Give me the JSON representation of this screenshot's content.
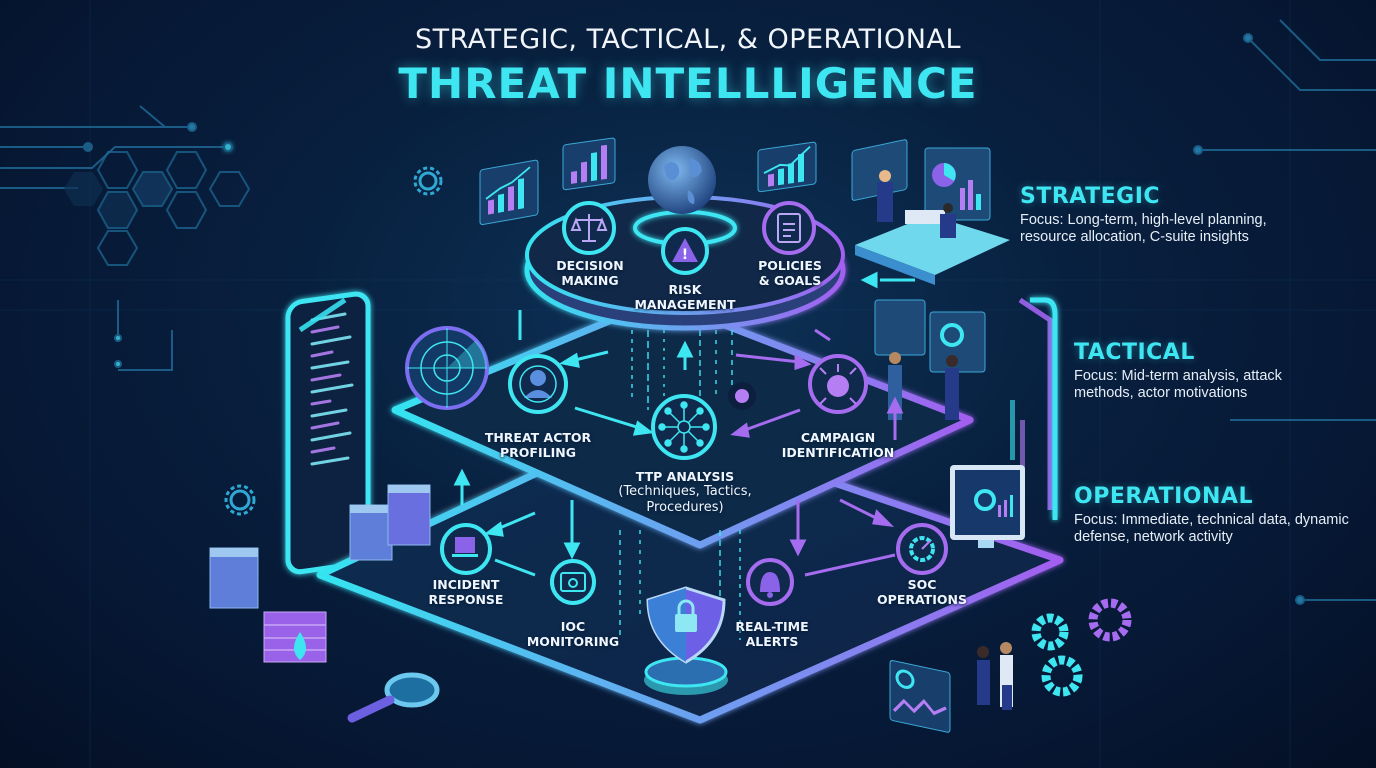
{
  "title": {
    "line1": "STRATEGIC, TACTICAL, & OPERATIONAL",
    "line2": "THREAT INTELLLIGENCE"
  },
  "colors": {
    "background": "#061733",
    "cyan_accent": "#3ee6f2",
    "purple_accent": "#a56cf0",
    "text": "#f0f6ff"
  },
  "tiers": {
    "strategic": {
      "heading": "STRATEGIC",
      "focus_line1": "Focus: Long-term, high-level planning,",
      "focus_line2": "resource allocation, C-suite insights",
      "nodes": [
        {
          "id": "decision-making",
          "line1": "DECISION",
          "line2": "MAKING",
          "icon": "scales-icon"
        },
        {
          "id": "risk-management",
          "line1": "RISK",
          "line2": "MANAGEMENT",
          "icon": "warning-icon"
        },
        {
          "id": "policies-goals",
          "line1": "POLICIES",
          "line2": "& GOALS",
          "icon": "clipboard-icon"
        }
      ],
      "centerpiece_icon": "globe-icon"
    },
    "tactical": {
      "heading": "TACTICAL",
      "focus_line1": "Focus: Mid-term analysis, attack",
      "focus_line2": "methods, actor motivations",
      "nodes": [
        {
          "id": "threat-actor-profiling",
          "line1": "THREAT ACTOR",
          "line2": "PROFILING",
          "icon": "hacker-target-icon"
        },
        {
          "id": "ttp-analysis",
          "line1": "TTP ANALYSIS",
          "line2": "(Techniques, Tactics,",
          "line3": "Procedures)",
          "icon": "network-hub-icon"
        },
        {
          "id": "campaign-identification",
          "line1": "CAMPAIGN",
          "line2": "IDENTIFICATION",
          "icon": "virus-bug-icon"
        }
      ]
    },
    "operational": {
      "heading": "OPERATIONAL",
      "focus_line1": "Focus: Immediate, technical data, dynamic",
      "focus_line2": "defense, network activity",
      "nodes": [
        {
          "id": "incident-response",
          "line1": "INCIDENT",
          "line2": "RESPONSE",
          "icon": "laptop-icon"
        },
        {
          "id": "ioc-monitoring",
          "line1": "IOC",
          "line2": "MONITORING",
          "icon": "browser-eye-icon"
        },
        {
          "id": "real-time-alerts",
          "line1": "REAL-TIME",
          "line2": "ALERTS",
          "icon": "bell-icon"
        },
        {
          "id": "soc-operations",
          "line1": "SOC",
          "line2": "OPERATIONS",
          "icon": "gauge-gear-icon"
        }
      ],
      "centerpiece_icon": "shield-lock-icon"
    }
  }
}
